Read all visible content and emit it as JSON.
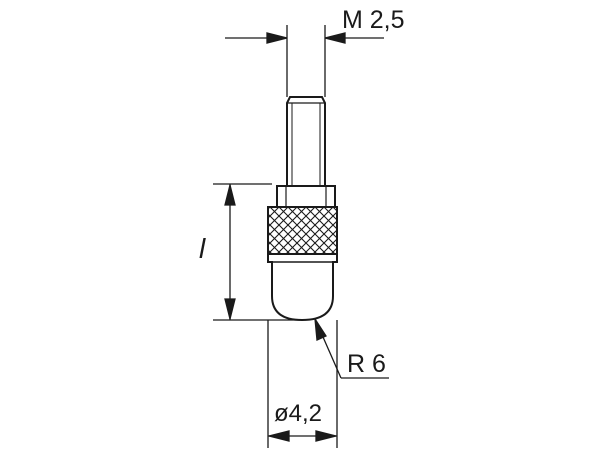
{
  "drawing": {
    "labels": {
      "thread": "M 2,5",
      "length": "l",
      "radius": "R 6",
      "diameter": "ø4,2"
    },
    "colors": {
      "line": "#1a1a1a",
      "background": "#ffffff"
    }
  }
}
